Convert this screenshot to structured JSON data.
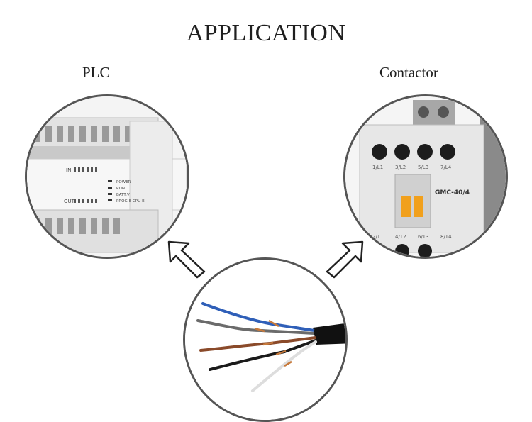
{
  "title": "APPLICATION",
  "labels": {
    "left": "PLC",
    "right": "Contactor"
  },
  "plc": {
    "leds": [
      "POWER",
      "RUN",
      "BATT.V",
      "PROG-E CPU-E"
    ],
    "in_label": "IN",
    "out_label": "OUT"
  },
  "contactor": {
    "model": "GMC-40/4",
    "top_terminals": [
      "1/L1",
      "3/L2",
      "5/L3",
      "7/L4"
    ],
    "bottom_terminals": [
      "2/T1",
      "4/T2",
      "6/T3",
      "8/T4"
    ]
  },
  "icons": {
    "arrow_left": "arrow-up-left-icon",
    "arrow_right": "arrow-up-right-icon"
  },
  "colors": {
    "wire_blue": "#2f5fb8",
    "wire_brown": "#8a4a2a",
    "wire_black": "#1a1a1a",
    "wire_gray": "#6b6b6b",
    "wire_white": "#eeeeee",
    "copper": "#c77a3c",
    "contactor_orange": "#f1a01c"
  }
}
